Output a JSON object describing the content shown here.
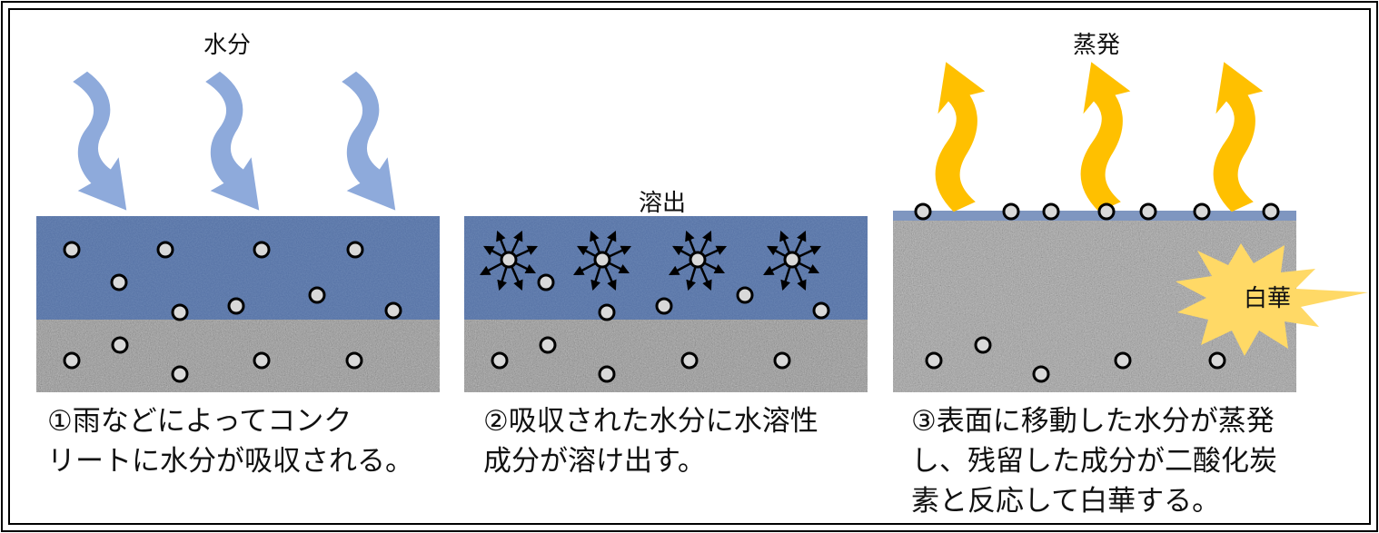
{
  "panels": [
    {
      "top_label": "水分",
      "caption_lines": [
        "①雨などによってコンク",
        "リートに水分が吸収される。"
      ]
    },
    {
      "top_label": "溶出",
      "caption_lines": [
        "②吸収された水分に水溶性",
        "成分が溶け出す。"
      ]
    },
    {
      "top_label": "蒸発",
      "burst_label": "白華",
      "caption_lines": [
        "③表面に移動した水分が蒸発",
        "し、残留した成分が二酸化炭",
        "素と反応して白華する。"
      ]
    }
  ],
  "colors": {
    "water": "#5a76a8",
    "concrete": "#8e8e8e",
    "water_arrow": "#8eaadb",
    "evap_arrow": "#ffc000",
    "burst": "#ffd966",
    "particle_fill": "#d9d9d9"
  }
}
